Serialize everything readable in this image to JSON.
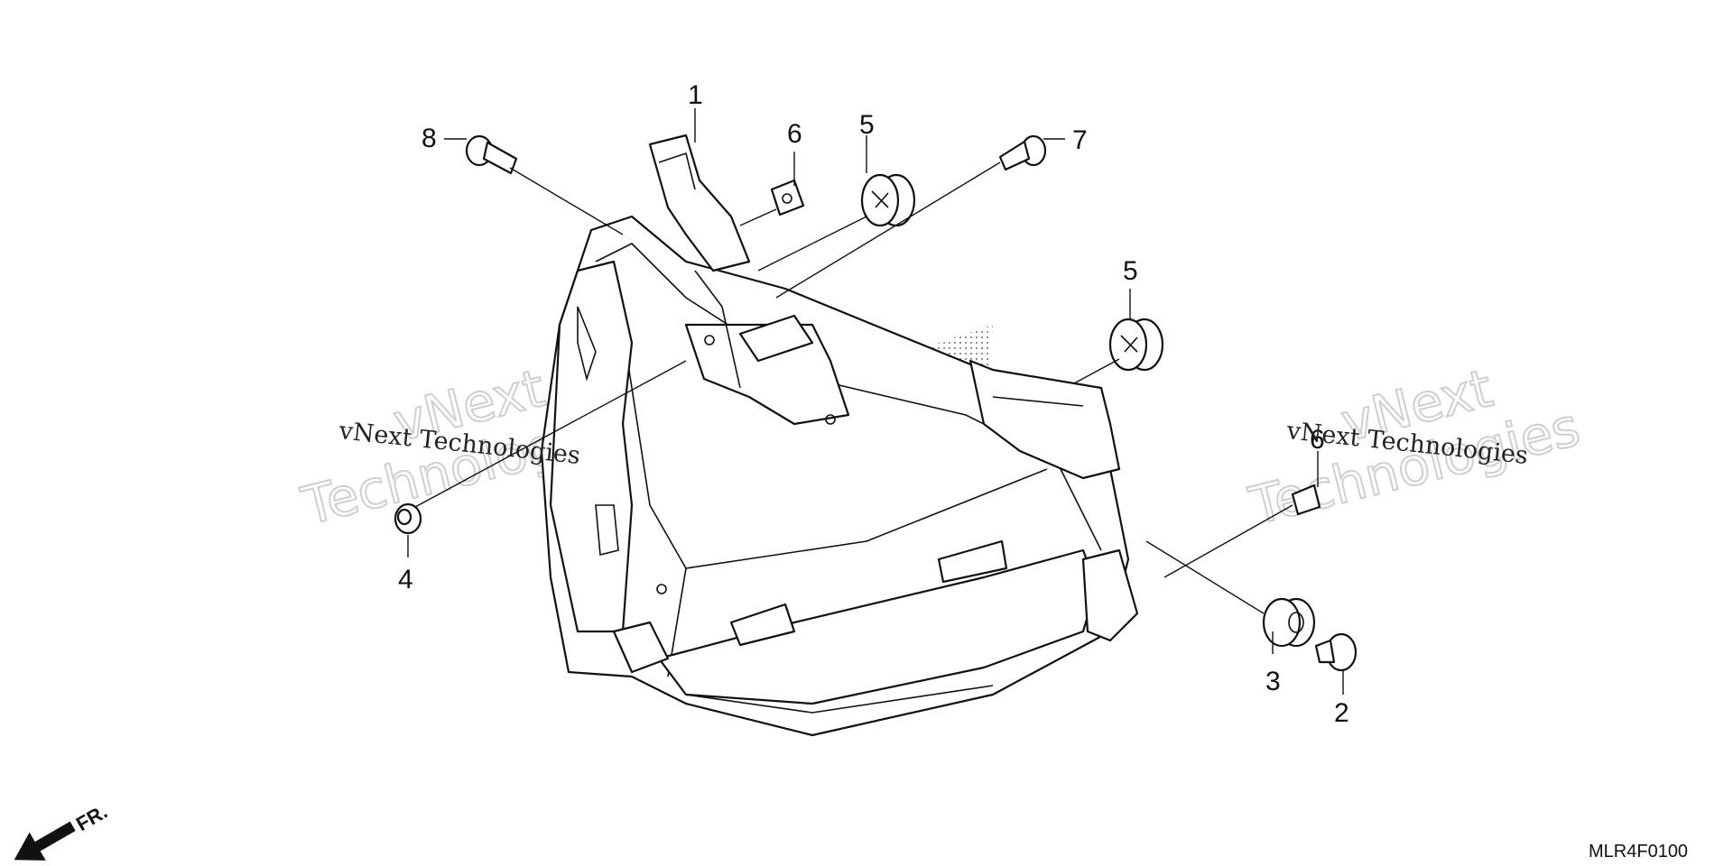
{
  "callouts": [
    {
      "id": "1",
      "label": "1"
    },
    {
      "id": "2",
      "label": "2"
    },
    {
      "id": "3",
      "label": "3"
    },
    {
      "id": "4",
      "label": "4"
    },
    {
      "id": "5a",
      "label": "5"
    },
    {
      "id": "5b",
      "label": "5"
    },
    {
      "id": "6a",
      "label": "6"
    },
    {
      "id": "6b",
      "label": "6"
    },
    {
      "id": "7",
      "label": "7"
    },
    {
      "id": "8",
      "label": "8"
    }
  ],
  "watermark": {
    "line1": "vNext",
    "line2": "Technologies",
    "small": "vNext Technologies"
  },
  "direction_label": "FR.",
  "diagram_code": "MLR4F0100"
}
